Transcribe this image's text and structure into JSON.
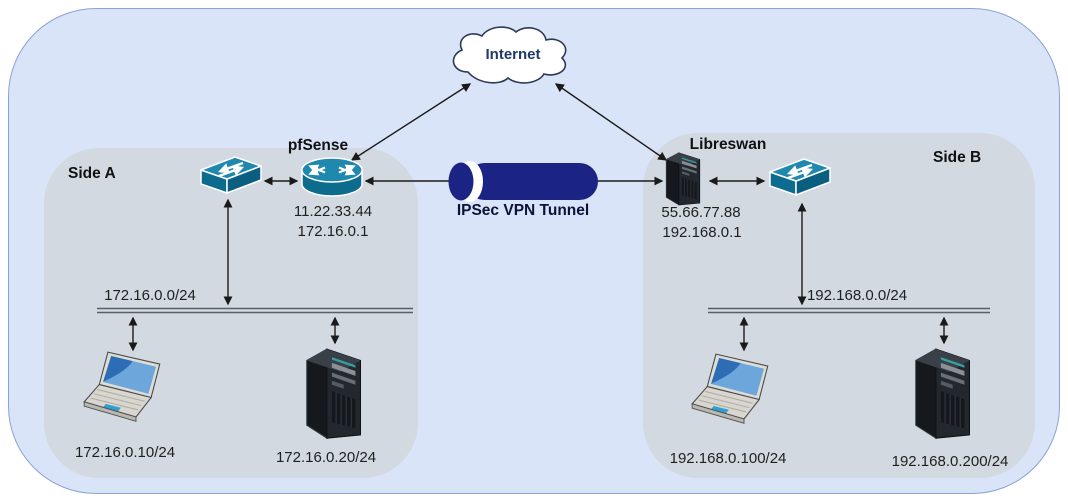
{
  "colors": {
    "background": "#dae4f8",
    "panel": "#d2d9e1",
    "device_teal": "#1e88ad",
    "device_teal_dark": "#0d6b8d",
    "tunnel_navy": "#1b2384",
    "cloud_border": "#2b3a55",
    "cloud_text": "#1f3a66",
    "line": "#1a1a1a"
  },
  "internet": {
    "label": "Internet",
    "icon": "cloud-icon"
  },
  "tunnel": {
    "label": "IPSec VPN Tunnel",
    "icon": "tunnel-cylinder-icon"
  },
  "side_a": {
    "label": "Side A",
    "switch_icon": "switch-icon",
    "gateway": {
      "label": "pfSense",
      "icon": "router-icon",
      "wan_ip": "11.22.33.44",
      "lan_ip": "172.16.0.1"
    },
    "network_label": "172.16.0.0/24",
    "hosts": [
      {
        "icon": "laptop-icon",
        "ip": "172.16.0.10/24"
      },
      {
        "icon": "server-icon",
        "ip": "172.16.0.20/24"
      }
    ]
  },
  "side_b": {
    "label": "Side B",
    "switch_icon": "switch-icon",
    "gateway": {
      "label": "Libreswan",
      "icon": "server-icon",
      "wan_ip": "55.66.77.88",
      "lan_ip": "192.168.0.1"
    },
    "network_label": "192.168.0.0/24",
    "hosts": [
      {
        "icon": "laptop-icon",
        "ip": "192.168.0.100/24"
      },
      {
        "icon": "server-icon",
        "ip": "192.168.0.200/24"
      }
    ]
  }
}
